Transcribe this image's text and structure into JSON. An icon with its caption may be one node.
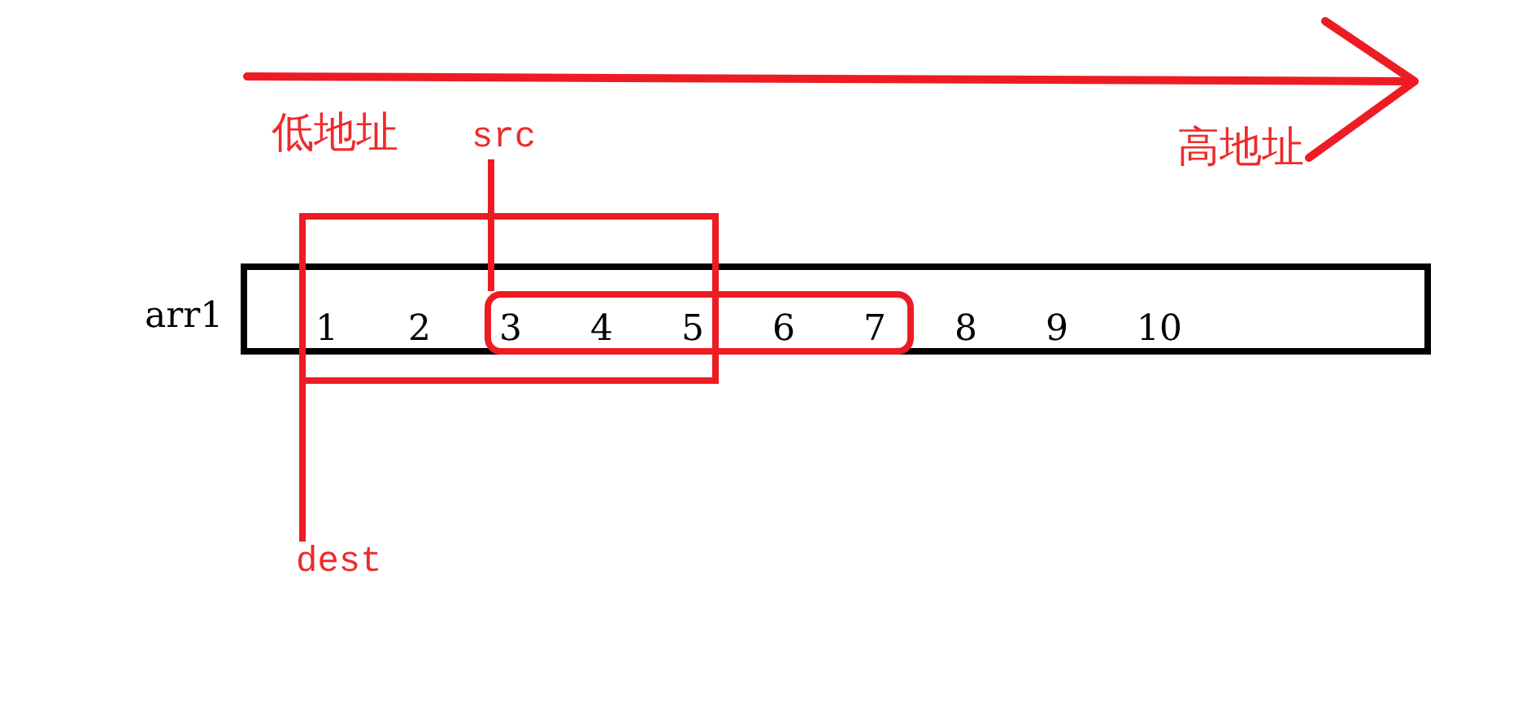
{
  "diagram": {
    "nodes": [
      {
        "text": [
          "src"
        ]
      },
      {
        "text": [],
        "shape": "box"
      },
      {
        "text": [
          "arr1"
        ]
      },
      {
        "text": [],
        "shape": "box",
        "in": 2
      },
      {
        "text": [
          "dest"
        ]
      }
    ],
    "edges": [
      {
        "from": 0,
        "to": 3,
        "arrow": "none"
      },
      {
        "from": 4,
        "to": 1,
        "arrow": "none"
      }
    ],
    "labels": [
      "低地址",
      "高地址",
      "1",
      "2",
      "3",
      "4",
      "5",
      "6",
      "7",
      "8",
      "9",
      "10"
    ]
  }
}
